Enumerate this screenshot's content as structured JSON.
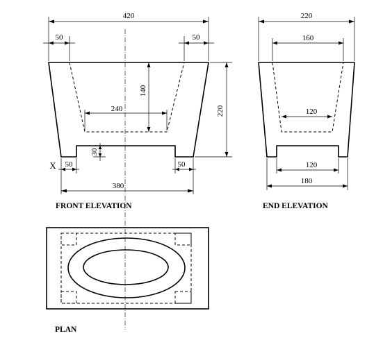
{
  "front": {
    "caption": "FRONT ELEVATION",
    "overall_width": "420",
    "top_left_offset": "50",
    "top_right_offset": "50",
    "inner_width": "240",
    "inner_depth": "140",
    "overall_height": "220",
    "base_recess_height": "30",
    "base_left_leg": "50",
    "base_right_leg": "50",
    "base_width": "380",
    "reference_mark": "X"
  },
  "end": {
    "caption": "END ELEVATION",
    "overall_width": "220",
    "inner_top_width": "160",
    "inner_bottom_width": "120",
    "recess_width": "120",
    "base_width": "180"
  },
  "plan": {
    "caption": "PLAN"
  }
}
